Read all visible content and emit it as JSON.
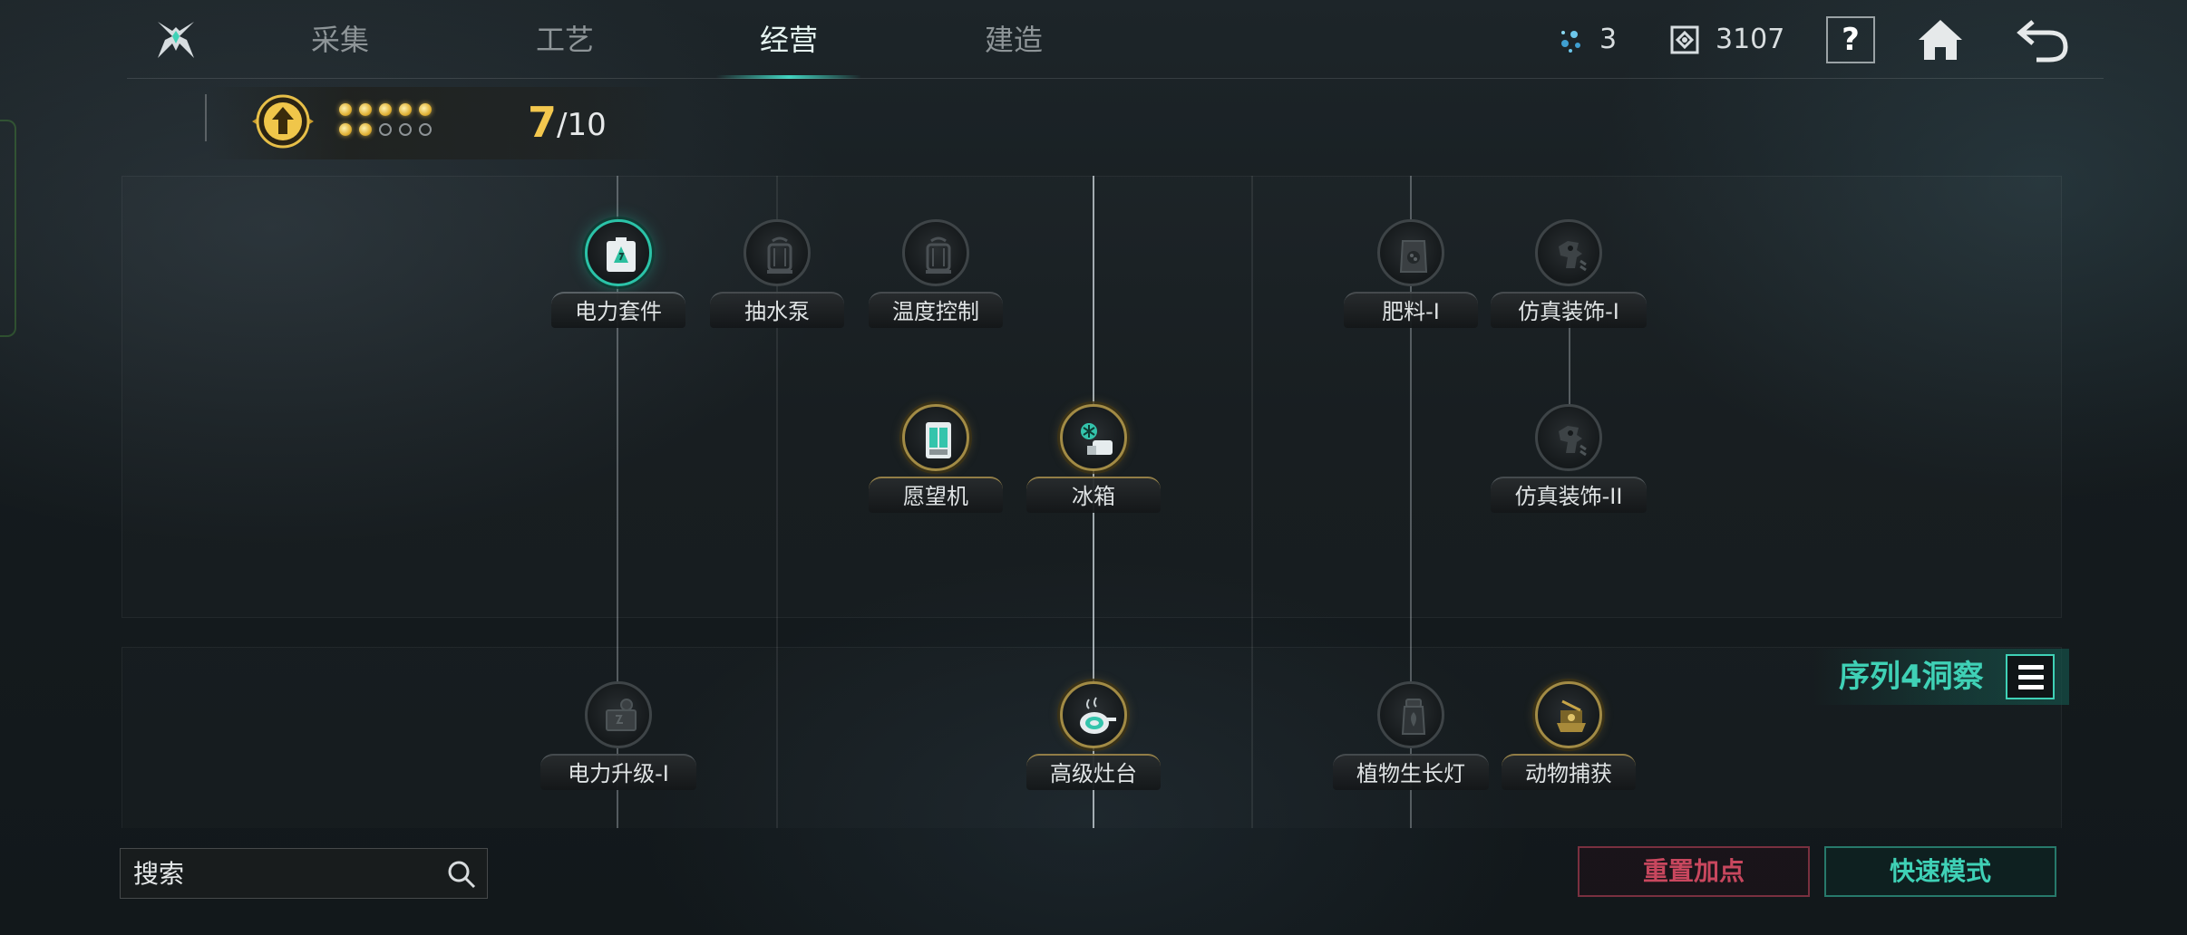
{
  "nav": {
    "tabs": [
      {
        "label": "采集",
        "active": false
      },
      {
        "label": "工艺",
        "active": false
      },
      {
        "label": "经营",
        "active": true
      },
      {
        "label": "建造",
        "active": false
      }
    ],
    "resources": {
      "crystal_count": "3",
      "currency_amount": "3107"
    },
    "help_label": "?",
    "icons": {
      "logo": "game-logo-icon",
      "crystal": "crystal-icon",
      "currency": "currency-icon",
      "home": "home-icon",
      "back": "back-arrow-icon"
    }
  },
  "level": {
    "current": "7",
    "max": "/10",
    "dots_filled": 7,
    "dots_total": 10
  },
  "tree": {
    "nodes": [
      {
        "id": "power-kit",
        "label": "电力套件",
        "state": "unlocked",
        "icon": "power-kit-icon"
      },
      {
        "id": "water-pump",
        "label": "抽水泵",
        "state": "locked",
        "icon": "lantern-icon"
      },
      {
        "id": "temp-control",
        "label": "温度控制",
        "state": "locked",
        "icon": "lantern-icon"
      },
      {
        "id": "fertilizer-1",
        "label": "肥料-I",
        "state": "locked",
        "icon": "fertilizer-bag-icon"
      },
      {
        "id": "sim-decor-1",
        "label": "仿真装饰-I",
        "state": "locked",
        "icon": "dinosaur-decor-icon"
      },
      {
        "id": "wish-machine",
        "label": "愿望机",
        "state": "unlocked-gold",
        "icon": "wish-machine-icon"
      },
      {
        "id": "fridge",
        "label": "冰箱",
        "state": "unlocked-gold",
        "icon": "fridge-icon"
      },
      {
        "id": "sim-decor-2",
        "label": "仿真装饰-II",
        "state": "locked",
        "icon": "dinosaur-decor-icon"
      },
      {
        "id": "power-upgrade-1",
        "label": "电力升级-I",
        "state": "locked",
        "icon": "generator-icon"
      },
      {
        "id": "advanced-stove",
        "label": "高级灶台",
        "state": "unlocked-gold",
        "icon": "stove-icon"
      },
      {
        "id": "plant-lamp",
        "label": "植物生长灯",
        "state": "locked",
        "icon": "grow-lamp-icon"
      },
      {
        "id": "animal-capture",
        "label": "动物捕获",
        "state": "unlocked-gold",
        "icon": "trap-icon"
      }
    ]
  },
  "insight": {
    "label": "序列4洞察",
    "icon": "menu-icon"
  },
  "search": {
    "placeholder": "搜索",
    "value": ""
  },
  "buttons": {
    "reset": "重置加点",
    "quick_mode": "快速模式"
  },
  "colors": {
    "accent_teal": "#3fd1b6",
    "gold": "#f3c74e",
    "reset_red": "#c8475e"
  }
}
